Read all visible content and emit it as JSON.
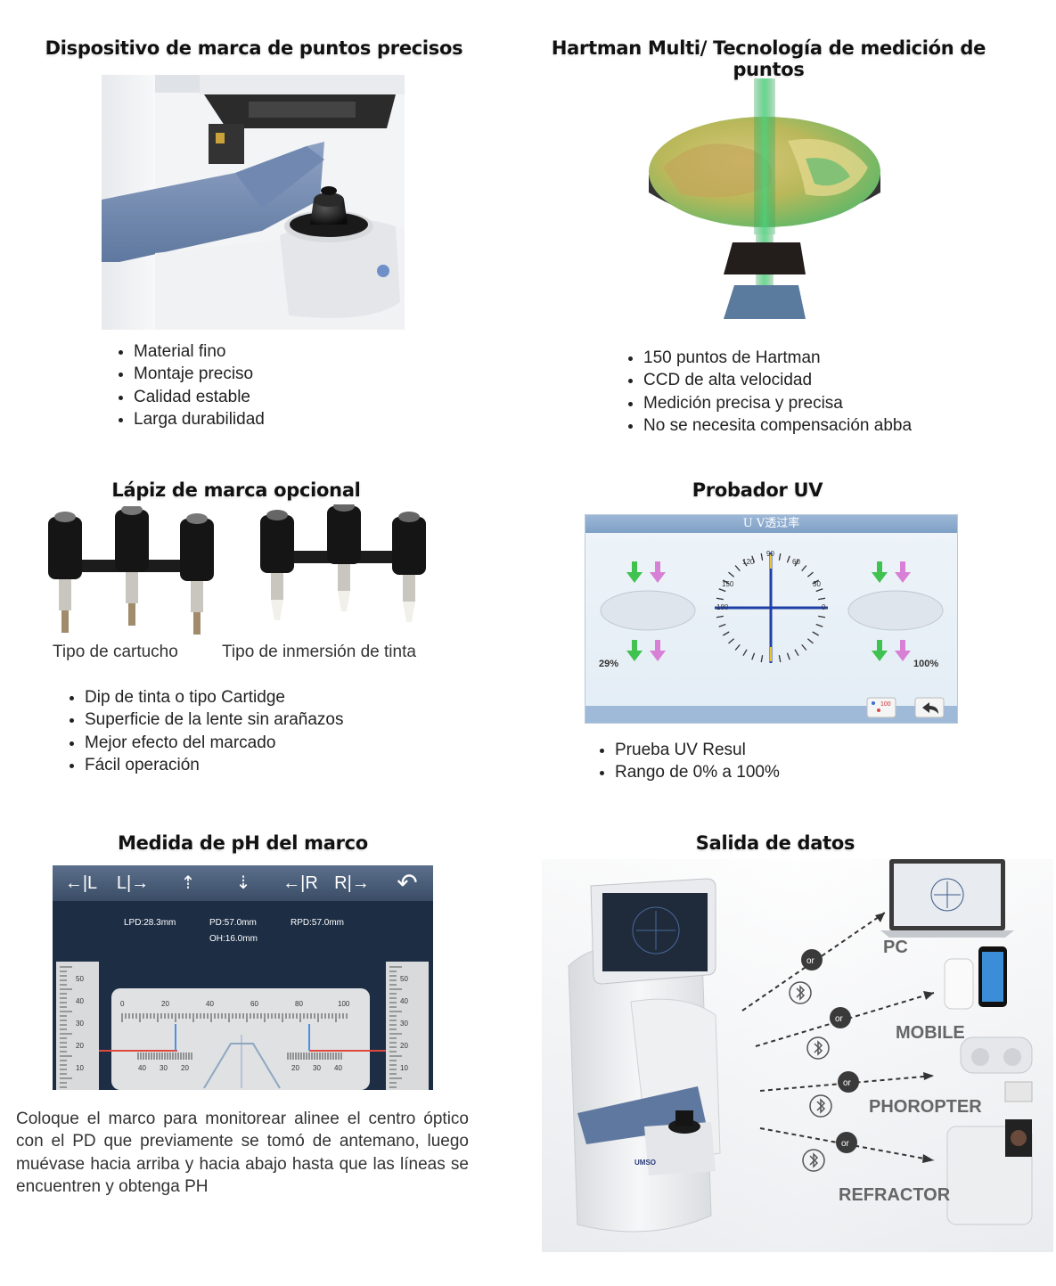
{
  "sections": {
    "marker": {
      "title": "Dispositivo de marca de puntos precisos",
      "bullets": [
        "Material fino",
        "Montaje preciso",
        "Calidad estable",
        "Larga durabilidad"
      ]
    },
    "hartman": {
      "title": "Hartman Multi/ Tecnología de medición de puntos",
      "bullets": [
        "150 puntos de Hartman",
        "CCD de alta velocidad",
        "Medición precisa y precisa",
        "No se necesita compensación abba"
      ]
    },
    "pen": {
      "title": "Lápiz de marca opcional",
      "caption_left": "Tipo de cartucho",
      "caption_right": "Tipo de inmersión de tinta",
      "bullets": [
        "Dip de tinta o tipo Cartidge",
        "Superficie de la lente sin arañazos",
        "Mejor efecto del marcado",
        "Fácil operación"
      ]
    },
    "uv": {
      "title": "Probador UV",
      "screen_title": "U V透过率",
      "left_value": "29%",
      "right_value": "100%",
      "dial_labels": [
        "90",
        "120",
        "60",
        "150",
        "30",
        "180",
        "0"
      ],
      "icon_badge": "100",
      "bullets": [
        "Prueba UV Resul",
        "Rango de 0% a 100%"
      ]
    },
    "ph": {
      "title": "Medida de pH del marco",
      "toolbar": [
        "←|L",
        "L|→",
        "⇡",
        "⇣",
        "←|R",
        "R|→",
        "↶"
      ],
      "lpd": "LPD:28.3mm",
      "pd": "PD:57.0mm",
      "rpd": "RPD:57.0mm",
      "oh": "OH:16.0mm",
      "ruler_top": [
        "0",
        "20",
        "40",
        "60",
        "80",
        "100"
      ],
      "ruler_bottom_left": [
        "40",
        "30",
        "20"
      ],
      "ruler_bottom_right": [
        "20",
        "30",
        "40"
      ],
      "side_scale": [
        "50",
        "40",
        "30",
        "20",
        "10"
      ],
      "description": "Coloque el marco para monitorear alinee el centro óptico con el PD que previamente se tomó de antemano, luego muévase hacia arriba y hacia abajo hasta que las líneas se encuentren y obtenga PH"
    },
    "output": {
      "title": "Salida de datos",
      "targets": [
        "PC",
        "MOBILE",
        "PHOROPTER",
        "REFRACTOR"
      ],
      "or_label": "or",
      "device_brand": "UMSO"
    }
  },
  "colors": {
    "device_blue": "#6d86ad",
    "uv_green": "#3fc24f",
    "uv_pink": "#d87fd6",
    "crosshair": "#1f3fa6",
    "ph_panel": "#1d2d44",
    "ph_red_line": "#e0483d",
    "ph_blue_line": "#4d8fe0"
  }
}
